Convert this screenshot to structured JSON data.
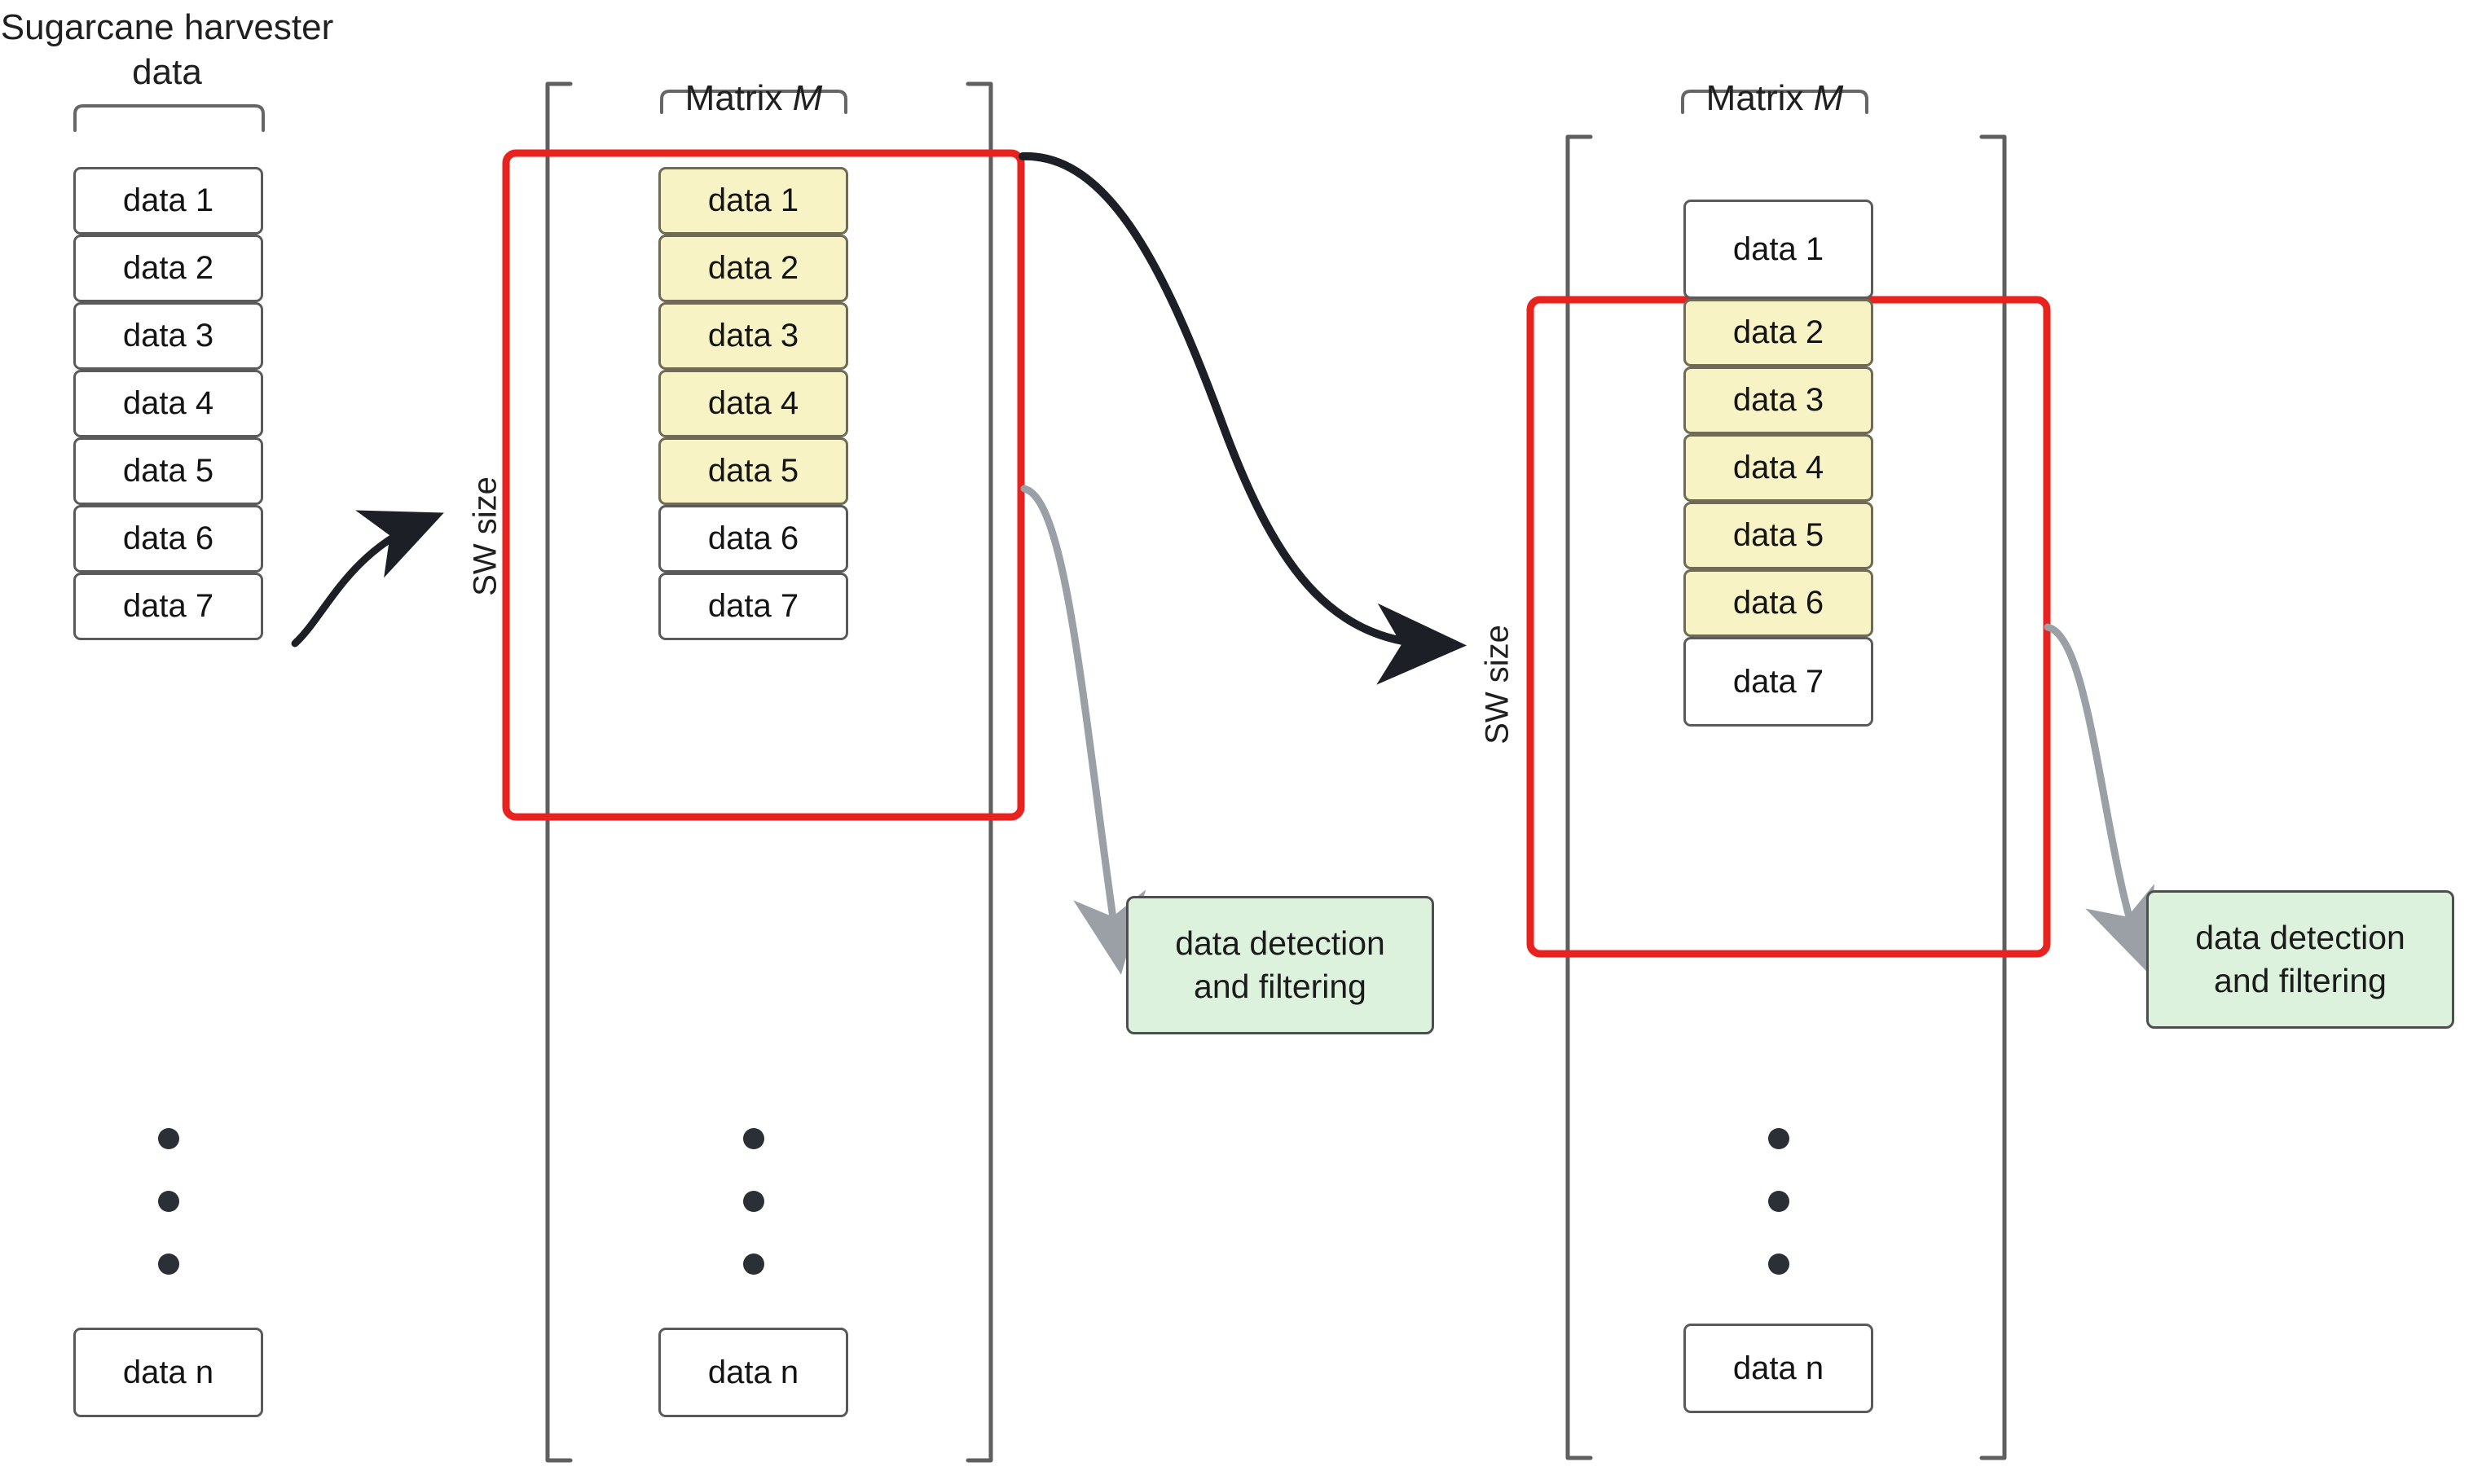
{
  "diagram": {
    "title_left": "Sugarcane\nharvester data",
    "matrix_label_prefix": "Matrix ",
    "matrix_label_symbol": "M",
    "sw_size_label": "SW size",
    "detection_box_text": "data detection\nand filtering",
    "ellipsis_glyph": "•",
    "colors": {
      "highlight_yellow": "#f8f3c4",
      "window_red": "#e8231f",
      "green_box": "#ddf2dd",
      "box_border_gray": "#5a5a5a",
      "gray_arrow": "#9aa0a6",
      "black_arrow": "#1c2026"
    }
  },
  "left_column": {
    "name": "Sugarcane harvester data",
    "cells": [
      {
        "label": "data 1",
        "highlighted": false
      },
      {
        "label": "data 2",
        "highlighted": false
      },
      {
        "label": "data 3",
        "highlighted": false
      },
      {
        "label": "data 4",
        "highlighted": false
      },
      {
        "label": "data 5",
        "highlighted": false
      },
      {
        "label": "data 6",
        "highlighted": false
      },
      {
        "label": "data 7",
        "highlighted": false
      }
    ],
    "last_cell": {
      "label": "data n",
      "highlighted": false
    }
  },
  "matrix_step1": {
    "name": "Matrix M",
    "window_start_index": 1,
    "window_end_index": 5,
    "window_size": 5,
    "cells": [
      {
        "label": "data 1",
        "highlighted": true
      },
      {
        "label": "data 2",
        "highlighted": true
      },
      {
        "label": "data 3",
        "highlighted": true
      },
      {
        "label": "data 4",
        "highlighted": true
      },
      {
        "label": "data 5",
        "highlighted": true
      },
      {
        "label": "data 6",
        "highlighted": false
      },
      {
        "label": "data 7",
        "highlighted": false
      }
    ],
    "last_cell": {
      "label": "data n",
      "highlighted": false
    },
    "output_label": "data detection\nand filtering"
  },
  "matrix_step2": {
    "name": "Matrix M",
    "window_start_index": 2,
    "window_end_index": 6,
    "window_size": 5,
    "cells": [
      {
        "label": "data 1",
        "highlighted": false
      },
      {
        "label": "data 2",
        "highlighted": true
      },
      {
        "label": "data 3",
        "highlighted": true
      },
      {
        "label": "data 4",
        "highlighted": true
      },
      {
        "label": "data 5",
        "highlighted": true
      },
      {
        "label": "data 6",
        "highlighted": true
      },
      {
        "label": "data 7",
        "highlighted": false
      }
    ],
    "last_cell": {
      "label": "data n",
      "highlighted": false
    },
    "output_label": "data detection\nand filtering"
  }
}
